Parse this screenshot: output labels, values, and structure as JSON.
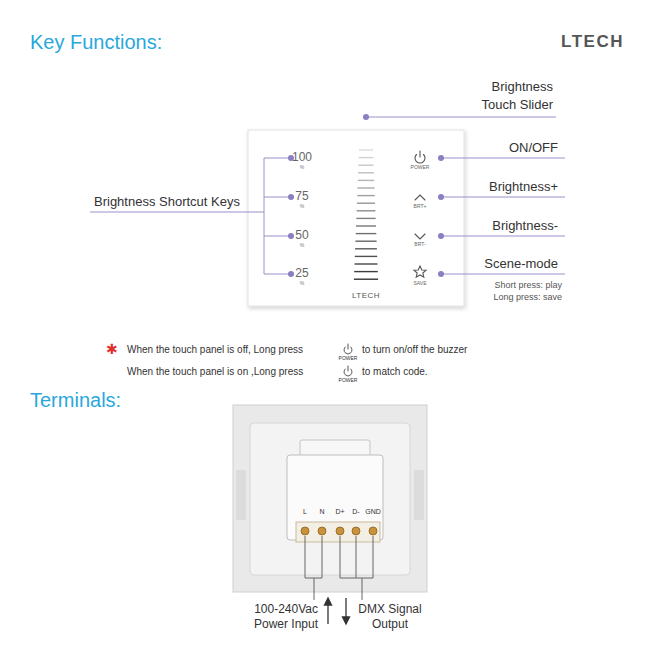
{
  "diagram": {
    "title": "Key Functions:",
    "nodes": [
      {
        "text": [
          "100",
          "%",
          "75",
          "%",
          "50",
          "%",
          "25",
          "%",
          "POWER",
          "BRT+",
          "BRT-",
          "SAVE",
          "LTECH"
        ]
      },
      {
        "text": [
          "L",
          "N",
          "D+",
          "D-",
          "GND"
        ]
      }
    ],
    "labels": [
      "LTECH",
      "Brightness Touch Slider",
      "ON/OFF",
      "Brightness+",
      "Brightness-",
      "Scene-mode",
      "Short press: play",
      "Long press: save",
      "Brightness Shortcut Keys",
      "✱",
      "When the touch panel is off, Long press",
      "POWER",
      "to turn on/off the buzzer",
      "When the touch panel is on ,Long press",
      "POWER",
      "to match code.",
      "Terminals:",
      "100-240Vac Power Input",
      "DMX Signal Output"
    ]
  }
}
